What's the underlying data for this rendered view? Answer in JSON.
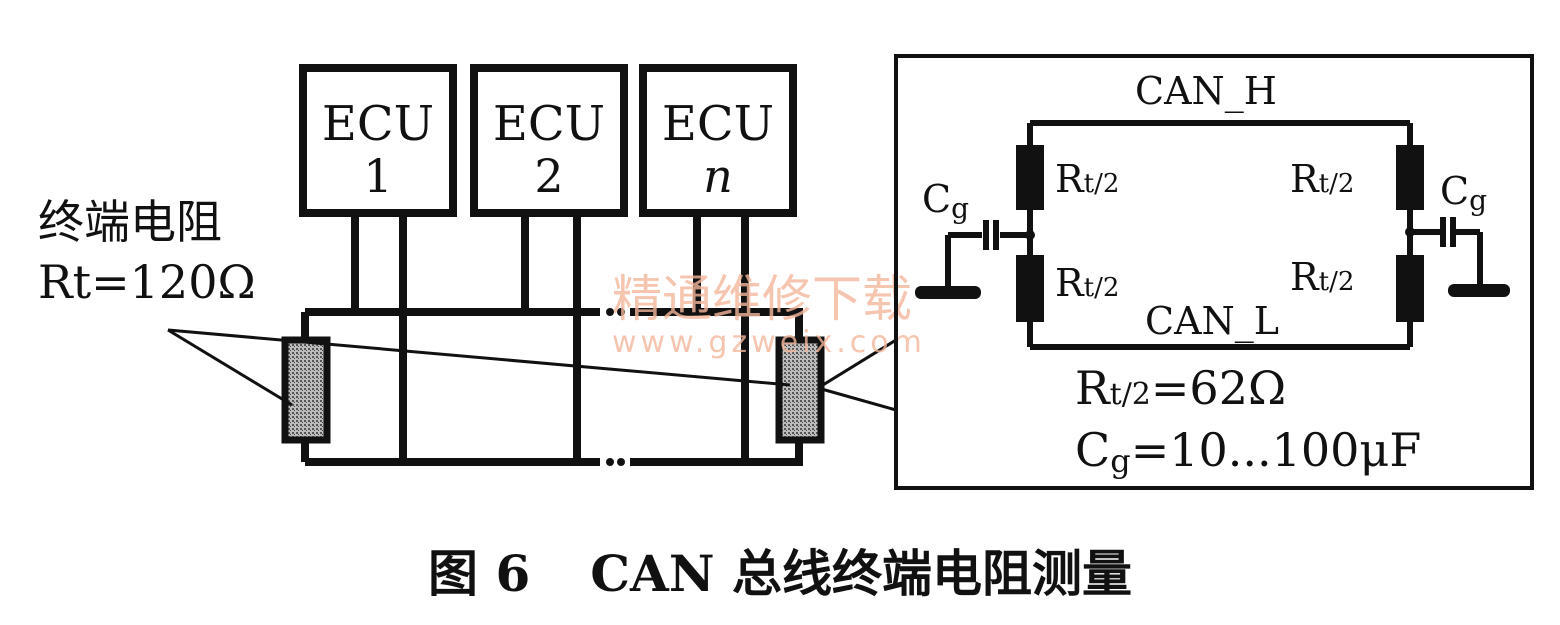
{
  "ecus": [
    {
      "line1": "ECU",
      "line2": "1"
    },
    {
      "line1": "ECU",
      "line2": "2"
    },
    {
      "line1": "ECU",
      "line2": "n"
    }
  ],
  "terminator_label": {
    "name": "终端电阻",
    "value": "Rt=120Ω"
  },
  "detail": {
    "can_h": "CAN_H",
    "can_l": "CAN_L",
    "resistor_base": "R",
    "resistor_sub": "t/2",
    "cap_base": "C",
    "cap_sub": "g",
    "spec_r_value": "=62Ω",
    "spec_c_value": "=10...100μF"
  },
  "watermark": {
    "title": "精通维修下载",
    "url": "www.gzweix.com"
  },
  "caption": {
    "figure": "图 6",
    "text": "CAN 总线终端电阻测量"
  },
  "colors": {
    "ink": "#111111",
    "hatch": "#777777",
    "watermark": "#f3b79c"
  }
}
